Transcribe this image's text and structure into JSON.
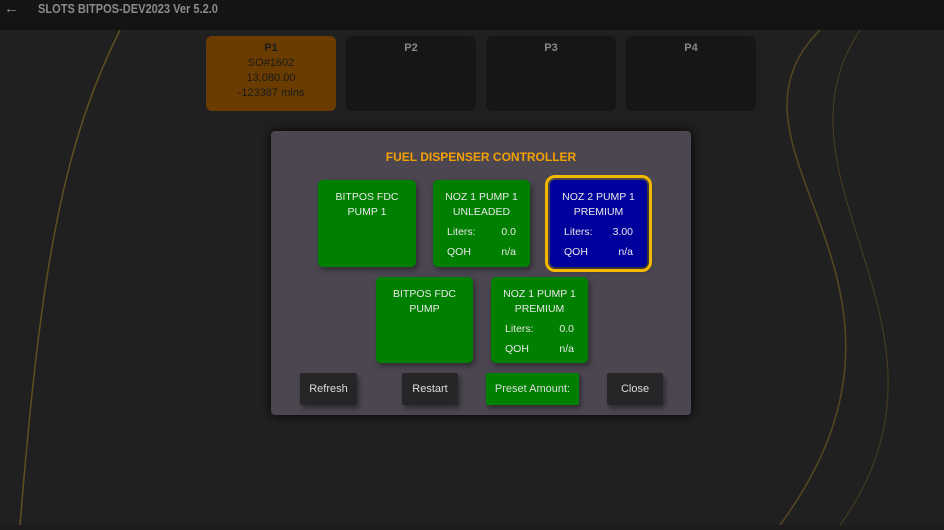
{
  "header": {
    "title": "SLOTS BITPOS-DEV2023 Ver 5.2.0",
    "back_icon": "←"
  },
  "pumps_bar": [
    {
      "label": "P1",
      "order": "SO#1602",
      "amount": "13,080.00",
      "time": "-123387 mins",
      "active": true
    },
    {
      "label": "P2"
    },
    {
      "label": "P3"
    },
    {
      "label": "P4"
    }
  ],
  "dialog": {
    "title": "FUEL DISPENSER CONTROLLER",
    "tiles": [
      {
        "line1": "BITPOS FDC",
        "line2": "PUMP 1"
      },
      {
        "line1": "NOZ 1 PUMP 1",
        "line2": "UNLEADED",
        "liters_label": "Liters:",
        "liters": "0.0",
        "qoh_label": "QOH",
        "qoh": "n/a"
      },
      {
        "line1": "NOZ 2 PUMP 1",
        "line2": "PREMIUM",
        "liters_label": "Liters:",
        "liters": "3.00",
        "qoh_label": "QOH",
        "qoh": "n/a",
        "selected": true
      },
      {
        "line1": "BITPOS FDC",
        "line2": "PUMP"
      },
      {
        "line1": "NOZ 1 PUMP 1",
        "line2": "PREMIUM",
        "liters_label": "Liters:",
        "liters": "0.0",
        "qoh_label": "QOH",
        "qoh": "n/a"
      }
    ],
    "buttons": {
      "refresh": "Refresh",
      "restart": "Restart",
      "preset": "Preset Amount:",
      "close": "Close"
    }
  },
  "colors": {
    "accent": "#f4a000",
    "tile": "#008000",
    "selected": "#00009c",
    "selected_border": "#f5b800"
  }
}
